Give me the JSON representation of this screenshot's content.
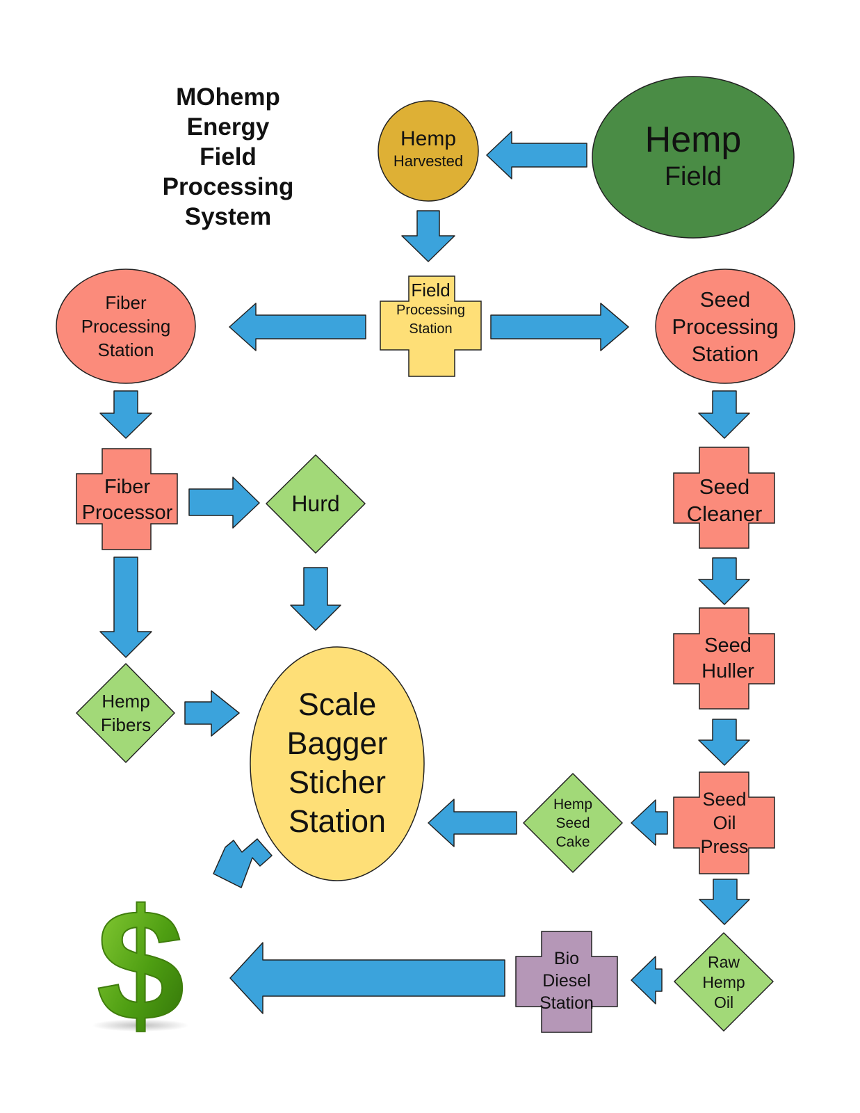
{
  "title": [
    "MOhemp",
    "Energy",
    "Field",
    "Processing",
    "System"
  ],
  "colors": {
    "arrow": "#3ba3dc",
    "hemp_field": "#4a8c45",
    "harvested": "#deb035",
    "yellow_node": "#fedf77",
    "red_node": "#fb8b7b",
    "green_node": "#a2d978",
    "purple_node": "#b597b7",
    "dollar": "#4e9e12"
  },
  "nodes": {
    "hemp_field": [
      "Hemp",
      "Field"
    ],
    "hemp_harvested": [
      "Hemp",
      "Harvested"
    ],
    "field_processing": [
      "Field",
      "Processing",
      "Station"
    ],
    "fiber_processing": [
      "Fiber",
      "Processing",
      "Station"
    ],
    "seed_processing": [
      "Seed",
      "Processing",
      "Station"
    ],
    "fiber_processor": [
      "Fiber",
      "Processor"
    ],
    "hurd": [
      "Hurd"
    ],
    "seed_cleaner": [
      "Seed",
      "Cleaner"
    ],
    "seed_huller": [
      "Seed",
      "Huller"
    ],
    "hemp_fibers": [
      "Hemp",
      "Fibers"
    ],
    "scale_bagger": [
      "Scale",
      "Bagger",
      "Sticher",
      "Station"
    ],
    "hemp_seed_cake": [
      "Hemp",
      "Seed",
      "Cake"
    ],
    "seed_oil_press": [
      "Seed",
      "Oil",
      "Press"
    ],
    "bio_diesel": [
      "Bio",
      "Diesel",
      "Station"
    ],
    "raw_hemp_oil": [
      "Raw",
      "Hemp",
      "Oil"
    ]
  },
  "dollar_icon": "dollar-sign"
}
